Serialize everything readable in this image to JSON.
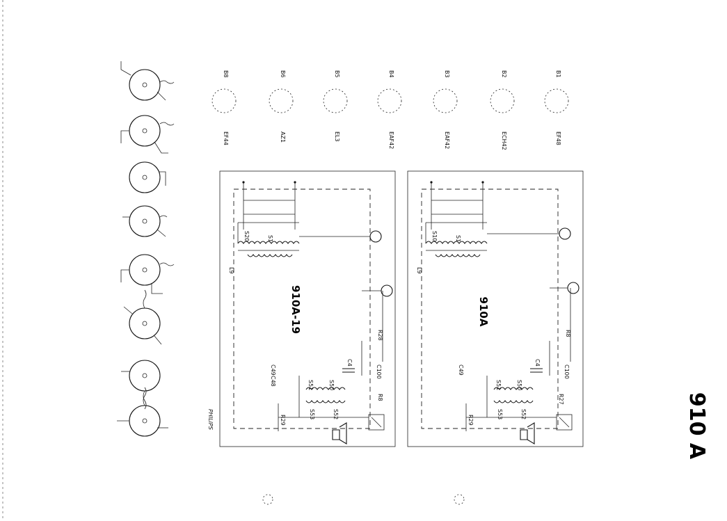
{
  "page": {
    "main_title": "910 A",
    "vendor_mark": "PHILIPS"
  },
  "schematic_top": {
    "model_label": "910A-19",
    "labels": [
      "S1",
      "S20",
      "L9",
      "S51",
      "S50",
      "S53",
      "S52",
      "C49",
      "C48",
      "R29",
      "R28",
      "C100",
      "C4",
      "R8"
    ]
  },
  "schematic_bottom": {
    "model_label": "910A",
    "labels": [
      "S1",
      "S10",
      "L9",
      "S51",
      "S50",
      "S53",
      "S52",
      "C49",
      "R29",
      "R27",
      "C100",
      "C4",
      "R8"
    ]
  },
  "tubes": [
    {
      "ref": "B8",
      "type": "EF44"
    },
    {
      "ref": "B6",
      "type": "AZ1"
    },
    {
      "ref": "B5",
      "type": "EL3"
    },
    {
      "ref": "B4",
      "type": "EAF42"
    },
    {
      "ref": "B3",
      "type": "EAF42"
    },
    {
      "ref": "B2",
      "type": "ECH42"
    },
    {
      "ref": "B1",
      "type": "EF48"
    }
  ],
  "colors": {
    "ink": "#111111",
    "paper": "#ffffff"
  }
}
